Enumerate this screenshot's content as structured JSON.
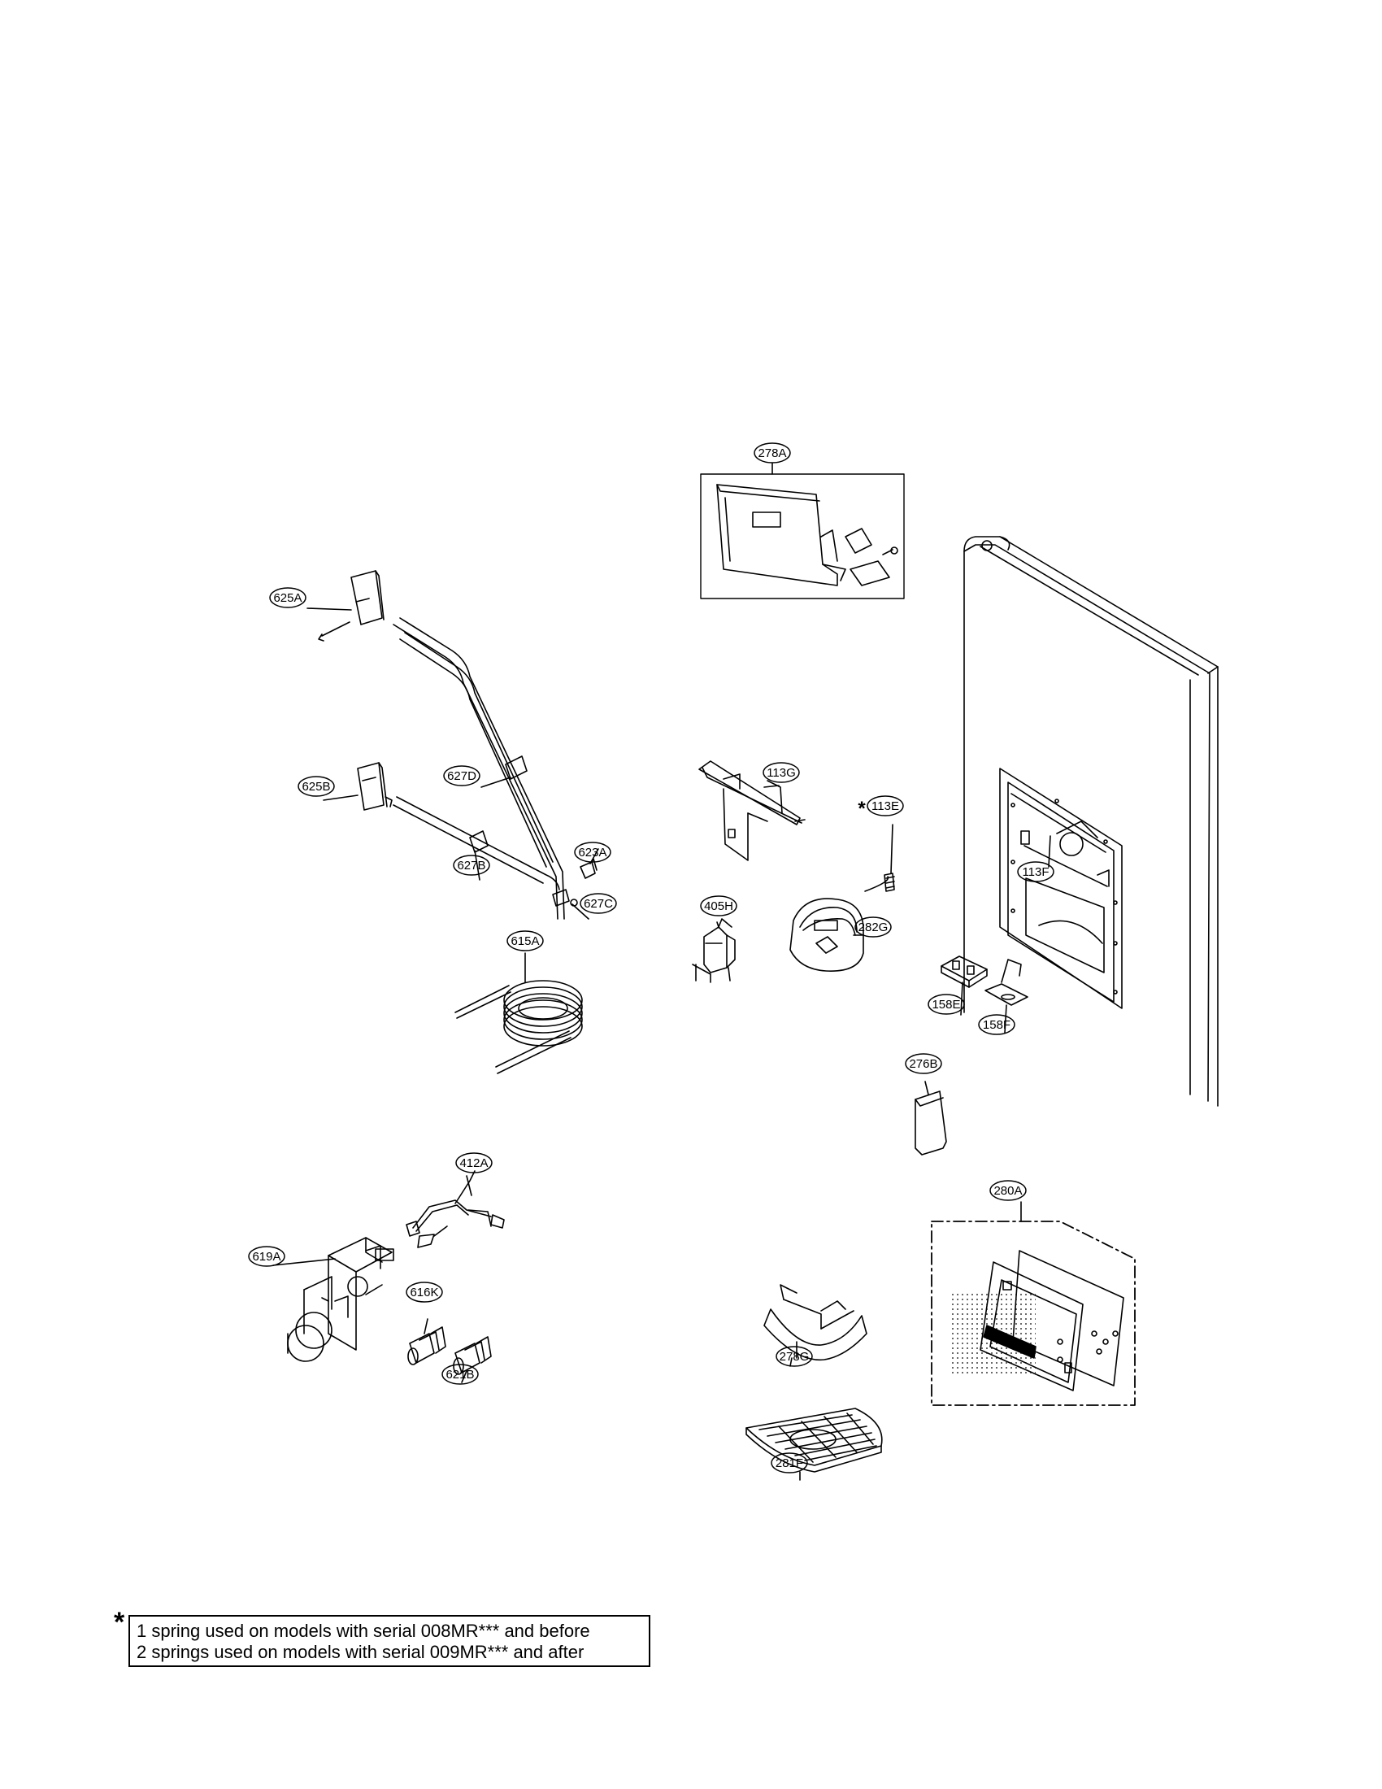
{
  "callouts": {
    "c278A": "278A",
    "c625A": "625A",
    "c625B": "625B",
    "c627D": "627D",
    "c627B": "627B",
    "c623A": "623A",
    "c627C": "627C",
    "c615A": "615A",
    "c113G": "113G",
    "c113E": "113E",
    "c113F": "113F",
    "c405H": "405H",
    "c282G": "282G",
    "c158E": "158E",
    "c158F": "158F",
    "c276B": "276B",
    "c412A": "412A",
    "c619A": "619A",
    "c616K": "616K",
    "c621B": "621B",
    "c280A": "280A",
    "c278G": "278G",
    "c281F": "281F"
  },
  "asterisk": "*",
  "note": {
    "star": "*",
    "line1": "1 spring used on models with serial 008MR*** and before",
    "line2": "2 springs used on models with serial 009MR*** and after"
  }
}
